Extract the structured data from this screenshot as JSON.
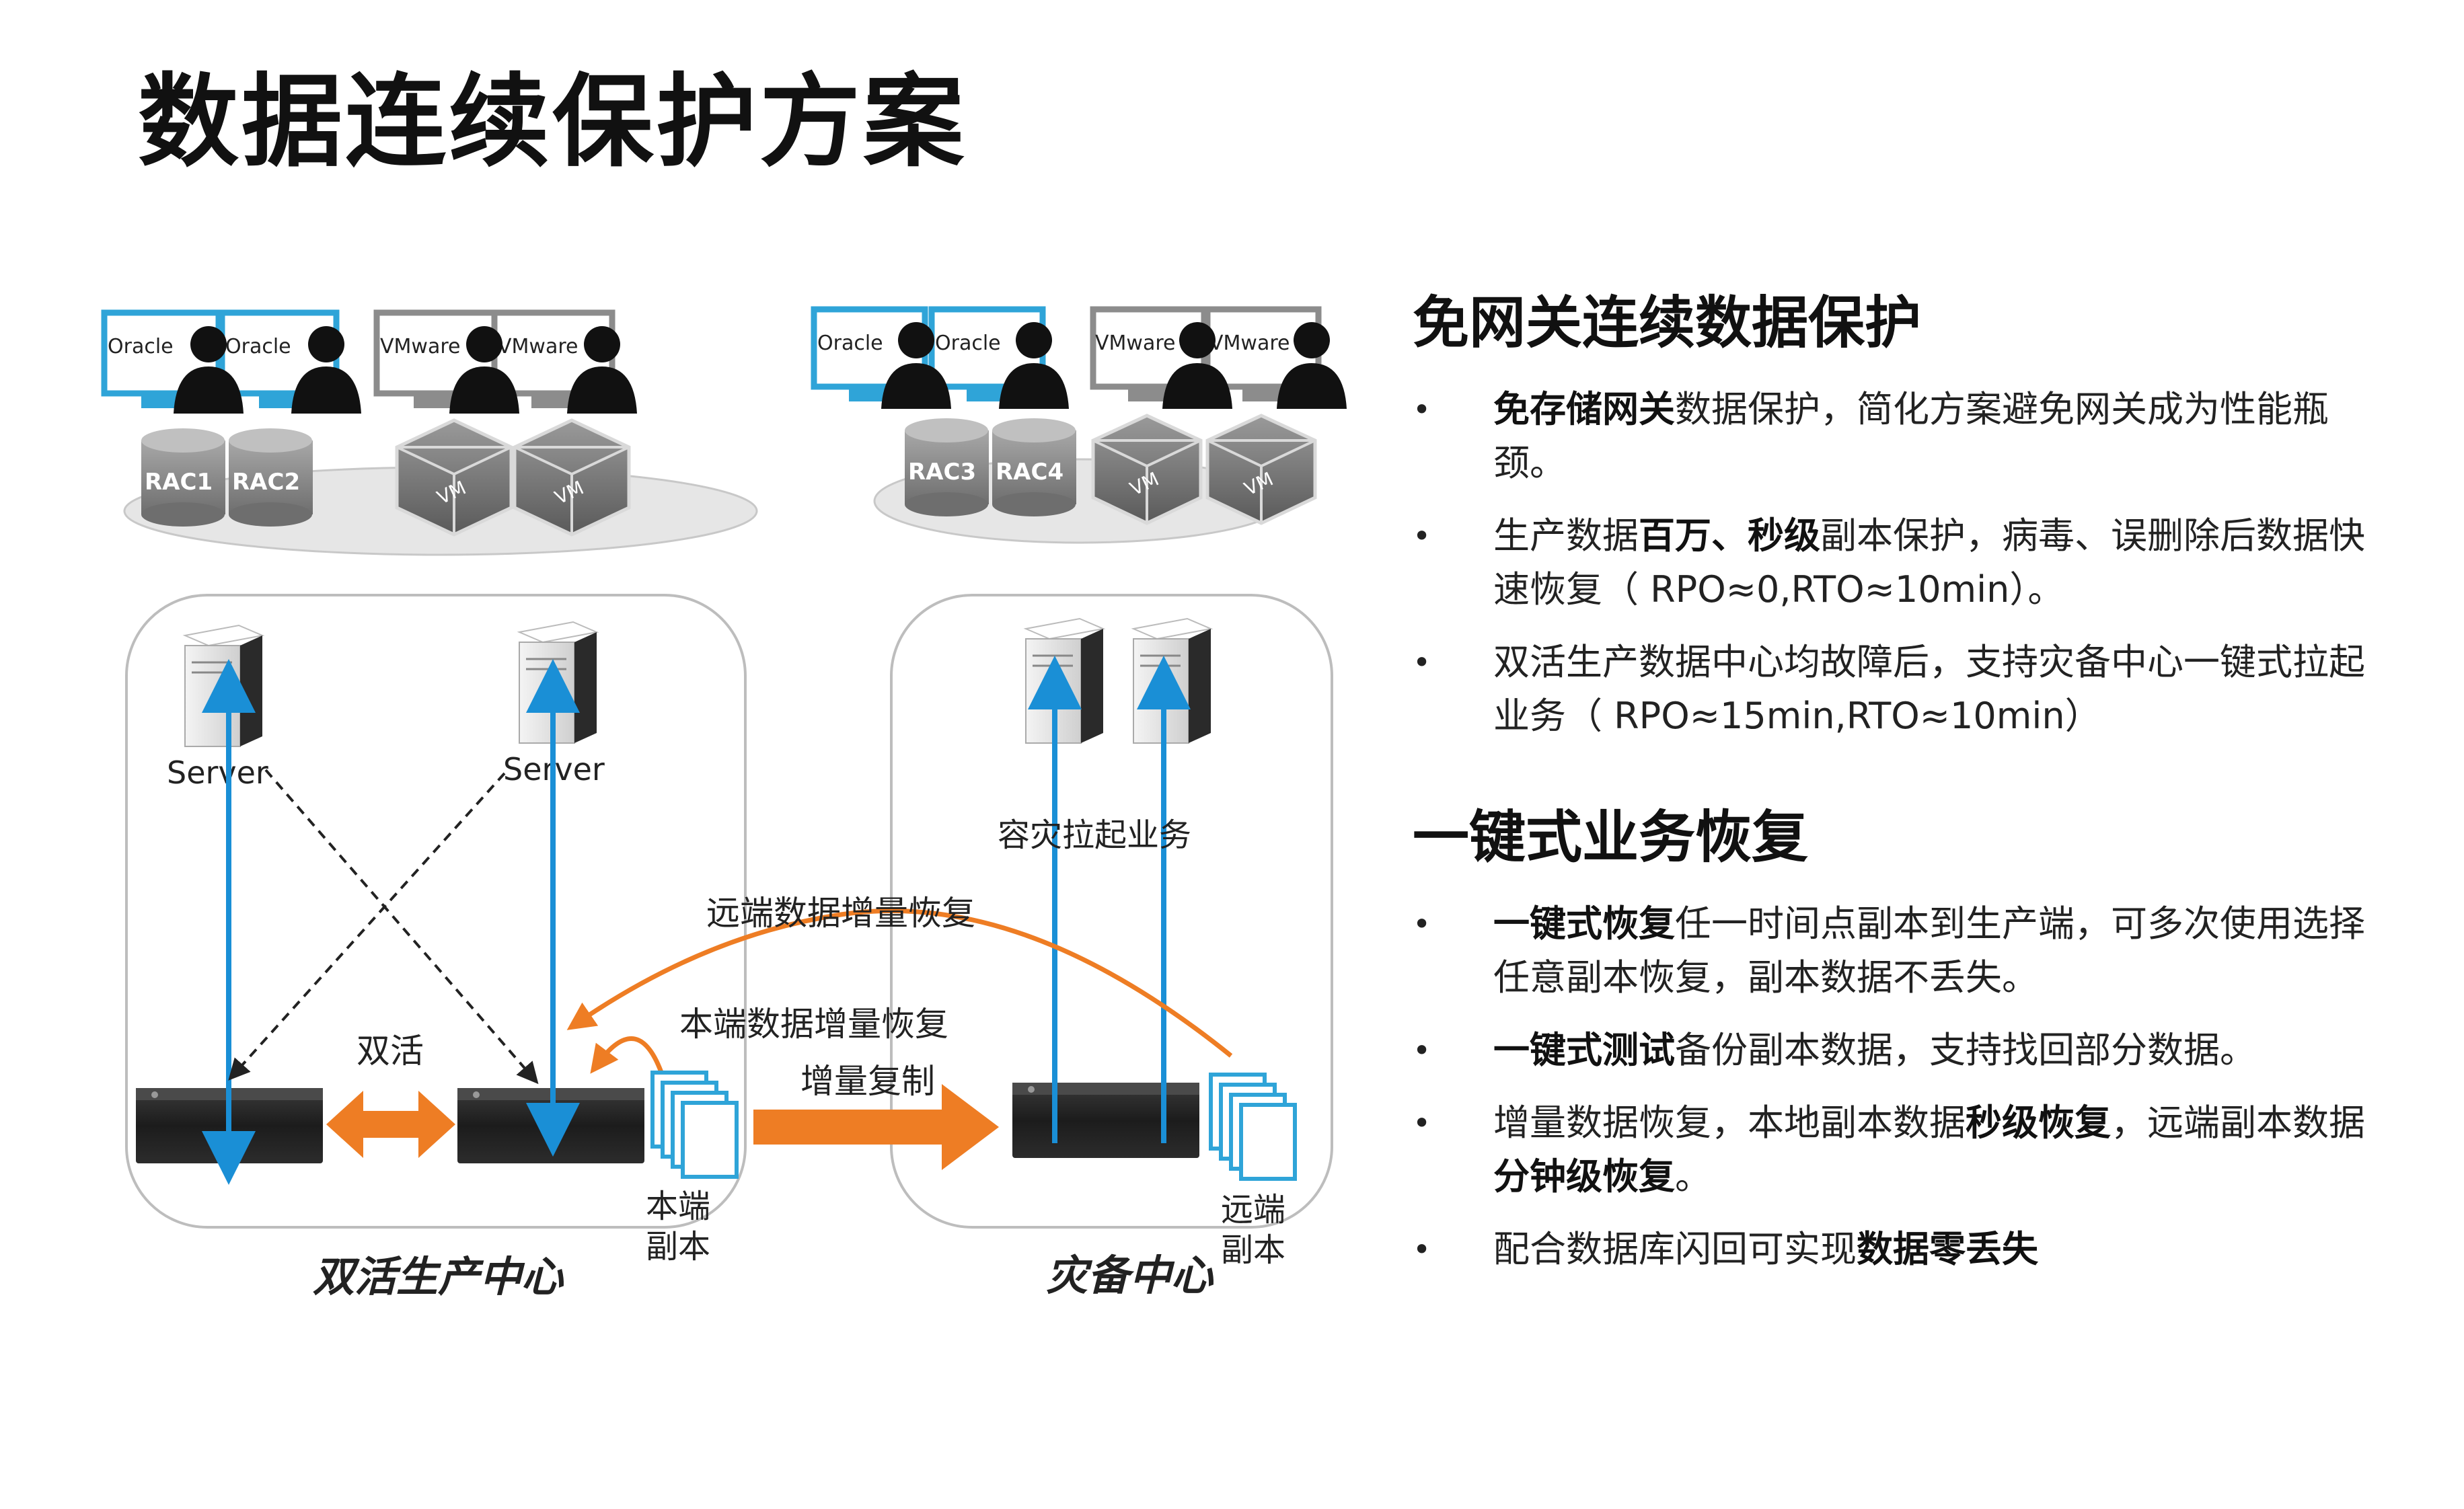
{
  "title": "数据连续保护方案",
  "diagram": {
    "left_site": {
      "oracle_labels": [
        "Oracle",
        "Oracle"
      ],
      "vmware_labels": [
        "VMware",
        "VMware"
      ],
      "rac_labels": [
        "RAC1",
        "RAC2"
      ],
      "vm_labels": [
        "VM",
        "VM"
      ],
      "server_labels": [
        "Server",
        "Server"
      ],
      "active_active_label": "双活",
      "local_copy_label": [
        "本端",
        "副本"
      ],
      "site_name": "双活生产中心"
    },
    "right_site": {
      "oracle_labels": [
        "Oracle",
        "Oracle"
      ],
      "vmware_labels": [
        "VMware",
        "VMware"
      ],
      "rac_labels": [
        "RAC3",
        "RAC4"
      ],
      "vm_labels": [
        "VM",
        "VM"
      ],
      "startup_label": "容灾拉起业务",
      "remote_copy_label": [
        "远端",
        "副本"
      ],
      "site_name": "灾备中心"
    },
    "flows": {
      "remote_restore": "远端数据增量恢复",
      "local_restore": "本端数据增量恢复",
      "incremental_replication": "增量复制"
    },
    "colors": {
      "blue_arrow": "#1a8fd6",
      "orange_arrow": "#ee7d24",
      "site_border": "#bdbdbd",
      "monitor_blue": "#2fa4d8",
      "monitor_gray": "#8c8c8c"
    }
  },
  "sections": [
    {
      "heading": "免网关连续数据保护",
      "bullets": [
        [
          {
            "t": "免存储网关",
            "b": true
          },
          {
            "t": "数据保护，简化方案避免网关成为性能瓶颈。",
            "b": false
          }
        ],
        [
          {
            "t": "生产数据",
            "b": false
          },
          {
            "t": "百万、秒级",
            "b": true
          },
          {
            "t": "副本保护，病毒、误删除后数据快速恢复（ RPO≈0,RTO≈10min）。",
            "b": false
          }
        ],
        [
          {
            "t": "双活生产数据中心均故障后，支持灾备中心一键式拉起业务（ RPO≈15min,RTO≈10min）",
            "b": false
          }
        ]
      ]
    },
    {
      "heading": "一键式业务恢复",
      "bullets": [
        [
          {
            "t": "一键式恢复",
            "b": true
          },
          {
            "t": "任一时间点副本到生产端，可多次使用选择任意副本恢复，副本数据不丢失。",
            "b": false
          }
        ],
        [
          {
            "t": "一键式测试",
            "b": true
          },
          {
            "t": "备份副本数据，支持找回部分数据。",
            "b": false
          }
        ],
        [
          {
            "t": "增量数据恢复，本地副本数据",
            "b": false
          },
          {
            "t": "秒级恢复",
            "b": true
          },
          {
            "t": "，远端副本数据",
            "b": false
          },
          {
            "t": "分钟级恢复",
            "b": true
          },
          {
            "t": "。",
            "b": false
          }
        ],
        [
          {
            "t": "配合数据库闪回可实现",
            "b": false
          },
          {
            "t": "数据零丢失",
            "b": true
          }
        ]
      ]
    }
  ],
  "bullet_symbol": "•"
}
